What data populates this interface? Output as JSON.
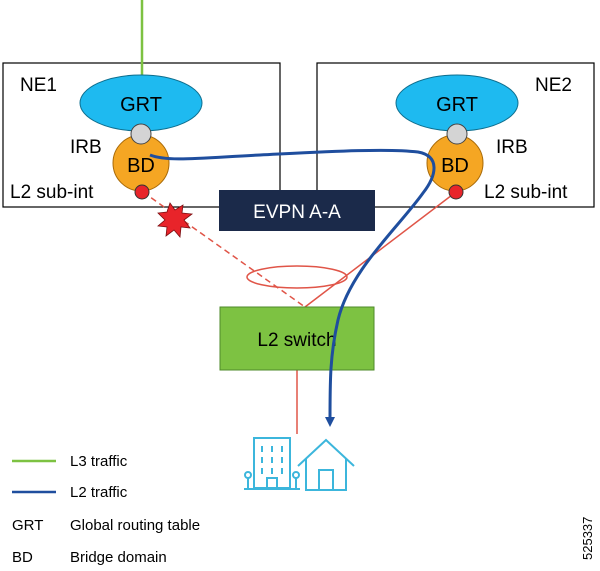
{
  "nodes": {
    "ne1": {
      "label": "NE1"
    },
    "ne2": {
      "label": "NE2"
    },
    "grt1": {
      "label": "GRT"
    },
    "grt2": {
      "label": "GRT"
    },
    "bd1": {
      "label": "BD"
    },
    "bd2": {
      "label": "BD"
    },
    "irb1": {
      "label": "IRB"
    },
    "irb2": {
      "label": "IRB"
    },
    "subint1": {
      "label": "L2 sub-int"
    },
    "subint2": {
      "label": "L2 sub-int"
    },
    "evpn": {
      "label": "EVPN A-A"
    },
    "l2switch": {
      "label": "L2 switch"
    }
  },
  "legend": {
    "l3_traffic": "L3 traffic",
    "l2_traffic": "L2 traffic",
    "grt_abbr": "GRT",
    "grt_desc": "Global routing table",
    "bd_abbr": "BD",
    "bd_desc": "Bridge domain"
  },
  "figure_id": "525337",
  "colors": {
    "l3_traffic": "#7dc242",
    "l2_traffic": "#1f4e9e",
    "grt_fill": "#1ebaf0",
    "bd_fill": "#f5a623",
    "irb_fill": "#d4d4d4",
    "subint_fill": "#e8242a",
    "link": "#e05548",
    "evpn_fill": "#1b2a4a",
    "switch_fill": "#7dc242",
    "building": "#3cb6dc",
    "failure": "#e8242a"
  },
  "icons": [
    "building-icon",
    "home-icon",
    "failure-burst-icon"
  ]
}
